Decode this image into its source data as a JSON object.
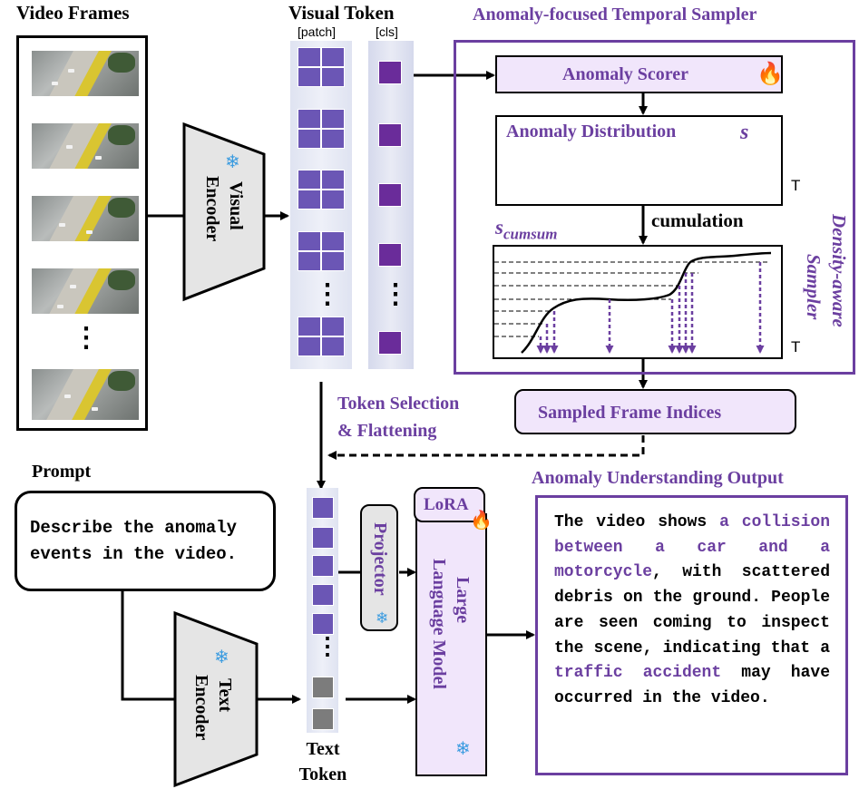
{
  "titles": {
    "video_frames": "Video Frames",
    "visual_token": "Visual Token",
    "patch": "[patch]",
    "cls": "[cls]",
    "sampler_title": "Anomaly-focused Temporal Sampler",
    "prompt": "Prompt",
    "output_title": "Anomaly Understanding Output"
  },
  "visual_encoder": {
    "line1": "Visual",
    "line2": "Encoder"
  },
  "text_encoder": {
    "line1": "Text",
    "line2": "Encoder"
  },
  "sampler": {
    "scorer": "Anomaly Scorer",
    "distribution": "Anomaly Distribution",
    "s_symbol": "s",
    "t_label": "T",
    "cumulation": "cumulation",
    "s_cumsum_base": "s",
    "s_cumsum_sub": "cumsum",
    "density_line1": "Density-aware",
    "density_line2": "Sampler",
    "sampled_indices": "Sampled Frame Indices"
  },
  "token_selection": {
    "line1": "Token Selection",
    "line2": "& Flattening"
  },
  "projector": "Projector",
  "lora": "LoRA",
  "llm": {
    "line1": "Large",
    "line2": "Language Model"
  },
  "text_token": {
    "line1": "Text",
    "line2": "Token"
  },
  "prompt_text": {
    "line1": "Describe the anomaly",
    "line2": "events in the video."
  },
  "ellipsis": "⋮",
  "output": {
    "seg1": "The video shows ",
    "seg2": "a collision between a car and a motorcycle",
    "seg3": ", with scattered debris on the ground. People are seen coming to inspect the scene, indicating that a ",
    "seg4": "traffic accident",
    "seg5": " may have occurred in the video."
  },
  "icons": {
    "fire": "fire-icon",
    "snowflake": "snowflake-icon"
  },
  "colors": {
    "accent": "#6b3fa0",
    "token_fill": "#6b56b5",
    "cls_fill": "#6a2c9a",
    "box_fill": "#f1e6fb"
  }
}
